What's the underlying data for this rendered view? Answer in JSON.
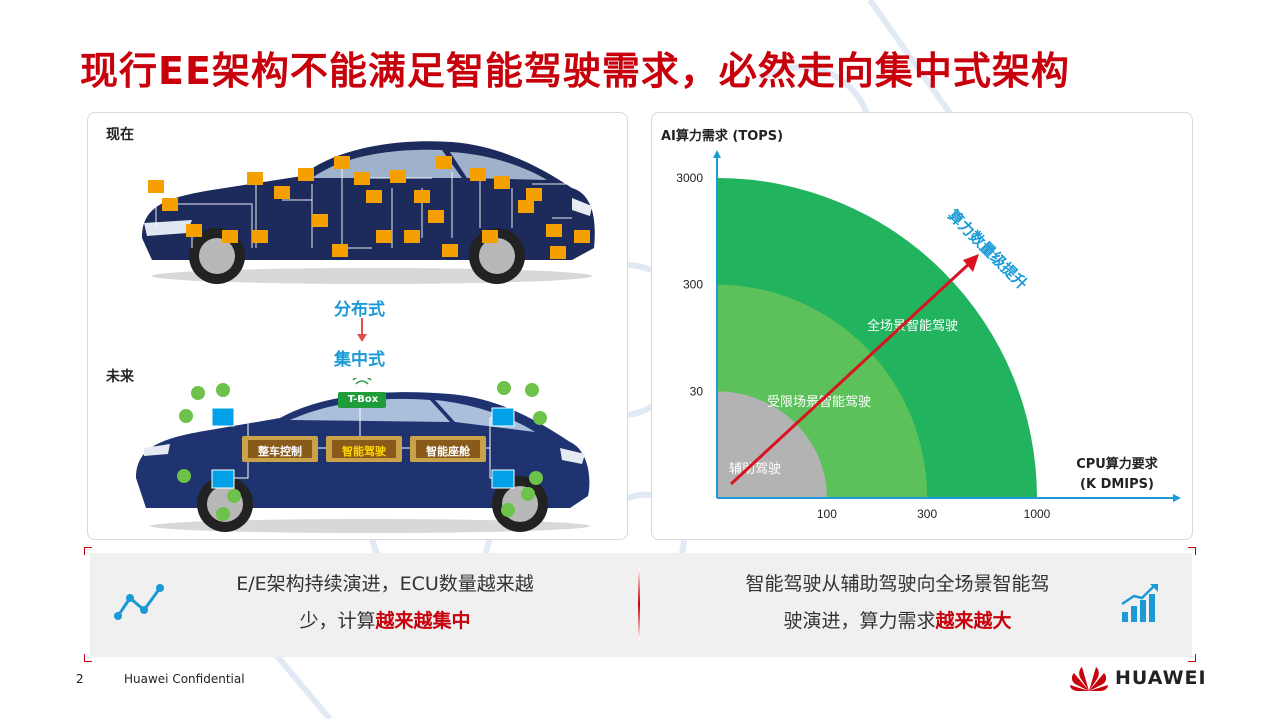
{
  "title": "现行EE架构不能满足智能驾驶需求，必然走向集中式架构",
  "left_panel": {
    "now_label": "现在",
    "future_label": "未来",
    "distributed_label": "分布式",
    "centralized_label": "集中式",
    "tbox_label": "T-Box",
    "domains": [
      "整车控制",
      "智能驾驶",
      "智能座舱"
    ]
  },
  "chart_data": {
    "type": "area",
    "ylabel": "AI算力需求 (TOPS)",
    "xlabel_line1": "CPU算力要求",
    "xlabel_line2": "(K DMIPS)",
    "x_ticks": [
      "100",
      "300",
      "1000"
    ],
    "y_ticks": [
      "3000",
      "300",
      "30"
    ],
    "regions": [
      {
        "name": "辅助驾驶",
        "x_max": 100,
        "y_max": 30,
        "color": "#b3b3b3"
      },
      {
        "name": "受限场景智能驾驶",
        "x_max": 300,
        "y_max": 300,
        "color": "#5cc15a"
      },
      {
        "name": "全场景智能驾驶",
        "x_max": 1000,
        "y_max": 3000,
        "color": "#22b35e"
      }
    ],
    "arrow_label": "算力数量级提升"
  },
  "bottom": {
    "left_line1": "E/E架构持续演进，ECU数量越来越",
    "left_line2": "少，计算",
    "left_highlight": "越来越集中",
    "right_line1": "智能驾驶从辅助驾驶向全场景智能驾",
    "right_line2": "驶演进，算力需求",
    "right_highlight": "越来越大",
    "left_icon": "line-chart-icon",
    "right_icon": "growth-chart-icon"
  },
  "footer": {
    "page_number": "2",
    "confidential": "Huawei Confidential",
    "brand": "HUAWEI"
  },
  "colors": {
    "accent": "#c7000b",
    "blue": "#1a9ad6",
    "dark_green": "#22b35e",
    "light_green": "#5cc15a",
    "gray": "#b3b3b3",
    "ecu_orange": "#f5a000"
  }
}
